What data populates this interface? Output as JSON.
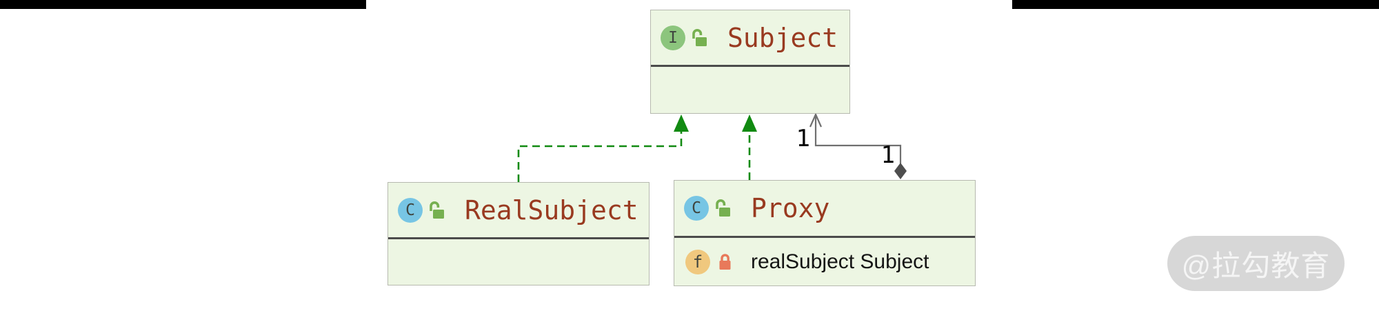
{
  "nodes": {
    "subject": {
      "icon_letter": "I",
      "name": "Subject"
    },
    "real_subject": {
      "icon_letter": "C",
      "name": "RealSubject"
    },
    "proxy": {
      "icon_letter": "C",
      "name": "Proxy",
      "field": {
        "icon_letter": "f",
        "text": "realSubject Subject"
      }
    }
  },
  "edges": {
    "subject_end_multiplicity": "1",
    "proxy_end_multiplicity": "1"
  },
  "watermark": {
    "text": "@拉勾教育"
  },
  "colors": {
    "node_fill": "#edf6e3",
    "node_border": "#b6b9af",
    "separator": "#4b4b4b",
    "class_name": "#993a20",
    "field_text": "#141414",
    "interface_icon_bg": "#8cc57d",
    "class_icon_bg": "#77c5e4",
    "field_icon_bg": "#f0c87e",
    "icon_letter": "#3f453f",
    "lock_open": "#76b050",
    "lock_closed": "#e8795a",
    "edge_green": "#118a11",
    "edge_gray": "#6f6f6f",
    "diamond": "#4e4e4e",
    "multiplicity": "#000000",
    "watermark_bg": "#d7d7d7",
    "watermark_text": "#f5f5f5",
    "top_bar": "#000000"
  }
}
